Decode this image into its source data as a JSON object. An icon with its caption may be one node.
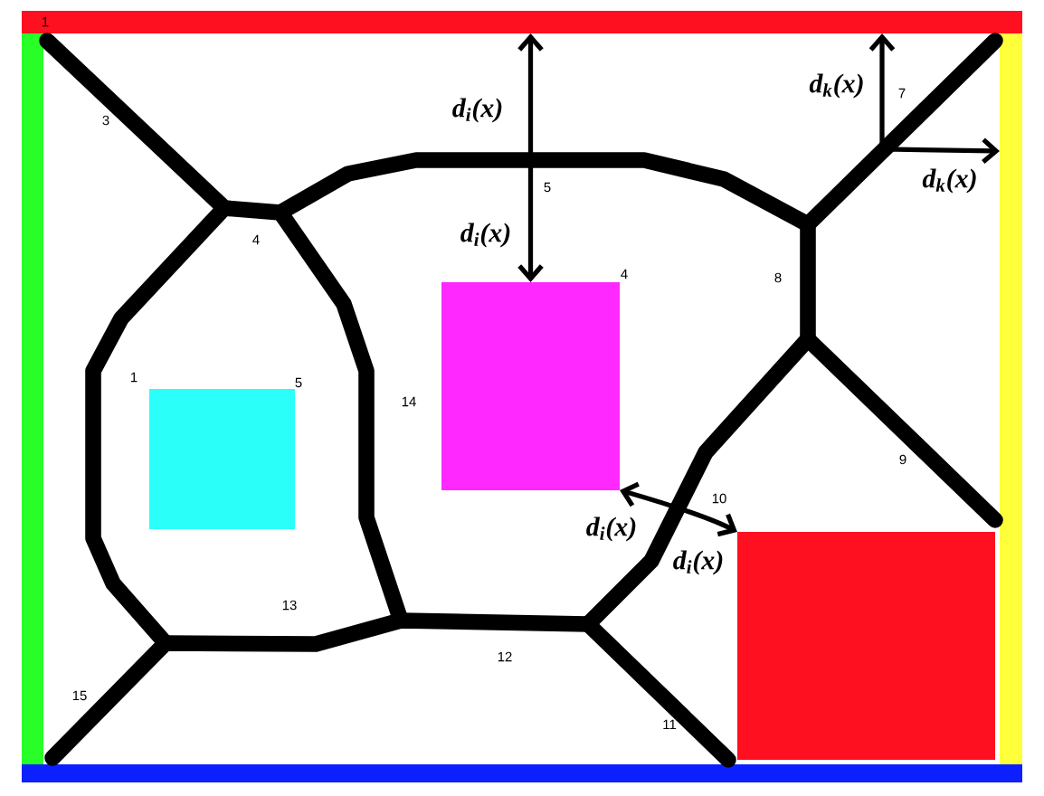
{
  "diagram": {
    "nodes": [
      {
        "text": [],
        "shape": "box"
      },
      {
        "text": [],
        "shape": "box"
      },
      {
        "text": [],
        "shape": "box"
      },
      {
        "text": [],
        "shape": "box"
      },
      {
        "text": [],
        "shape": "box"
      },
      {
        "text": [],
        "shape": "box"
      },
      {
        "text": [],
        "shape": "box"
      }
    ],
    "edges": [
      {
        "from": 0,
        "to": 5,
        "arrow": "both"
      },
      {
        "from": null,
        "to": 0,
        "arrow": "to"
      },
      {
        "from": null,
        "to": 3,
        "arrow": "to"
      },
      {
        "from": 5,
        "to": 6,
        "arrow": "both"
      }
    ],
    "labels": [
      "1",
      "d$_{k}$(x)",
      "7",
      "3",
      "d$_{i}$(x)",
      "d$_{k}$(x)",
      "5",
      "4",
      "d$_{i}$(x)",
      "4",
      "8",
      "1",
      "5",
      "14",
      "9",
      "10",
      "d$_{i}$(x)",
      "d$_{i}$(x)",
      "13",
      "12",
      "15",
      "11"
    ]
  }
}
